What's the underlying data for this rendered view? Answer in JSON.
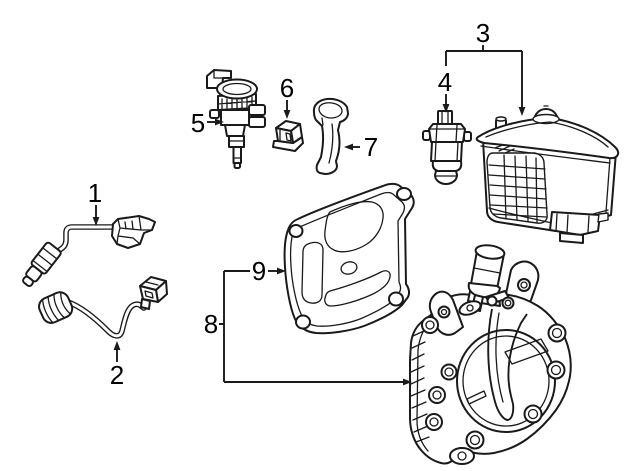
{
  "diagram": {
    "background_color": "#ffffff",
    "line_color": "#1a1a1a",
    "label_color": "#000000"
  },
  "callouts": [
    {
      "id": "1",
      "label": "1"
    },
    {
      "id": "2",
      "label": "2"
    },
    {
      "id": "3",
      "label": "3"
    },
    {
      "id": "4",
      "label": "4"
    },
    {
      "id": "5",
      "label": "5"
    },
    {
      "id": "6",
      "label": "6"
    },
    {
      "id": "7",
      "label": "7"
    },
    {
      "id": "8",
      "label": "8"
    },
    {
      "id": "9",
      "label": "9"
    }
  ]
}
